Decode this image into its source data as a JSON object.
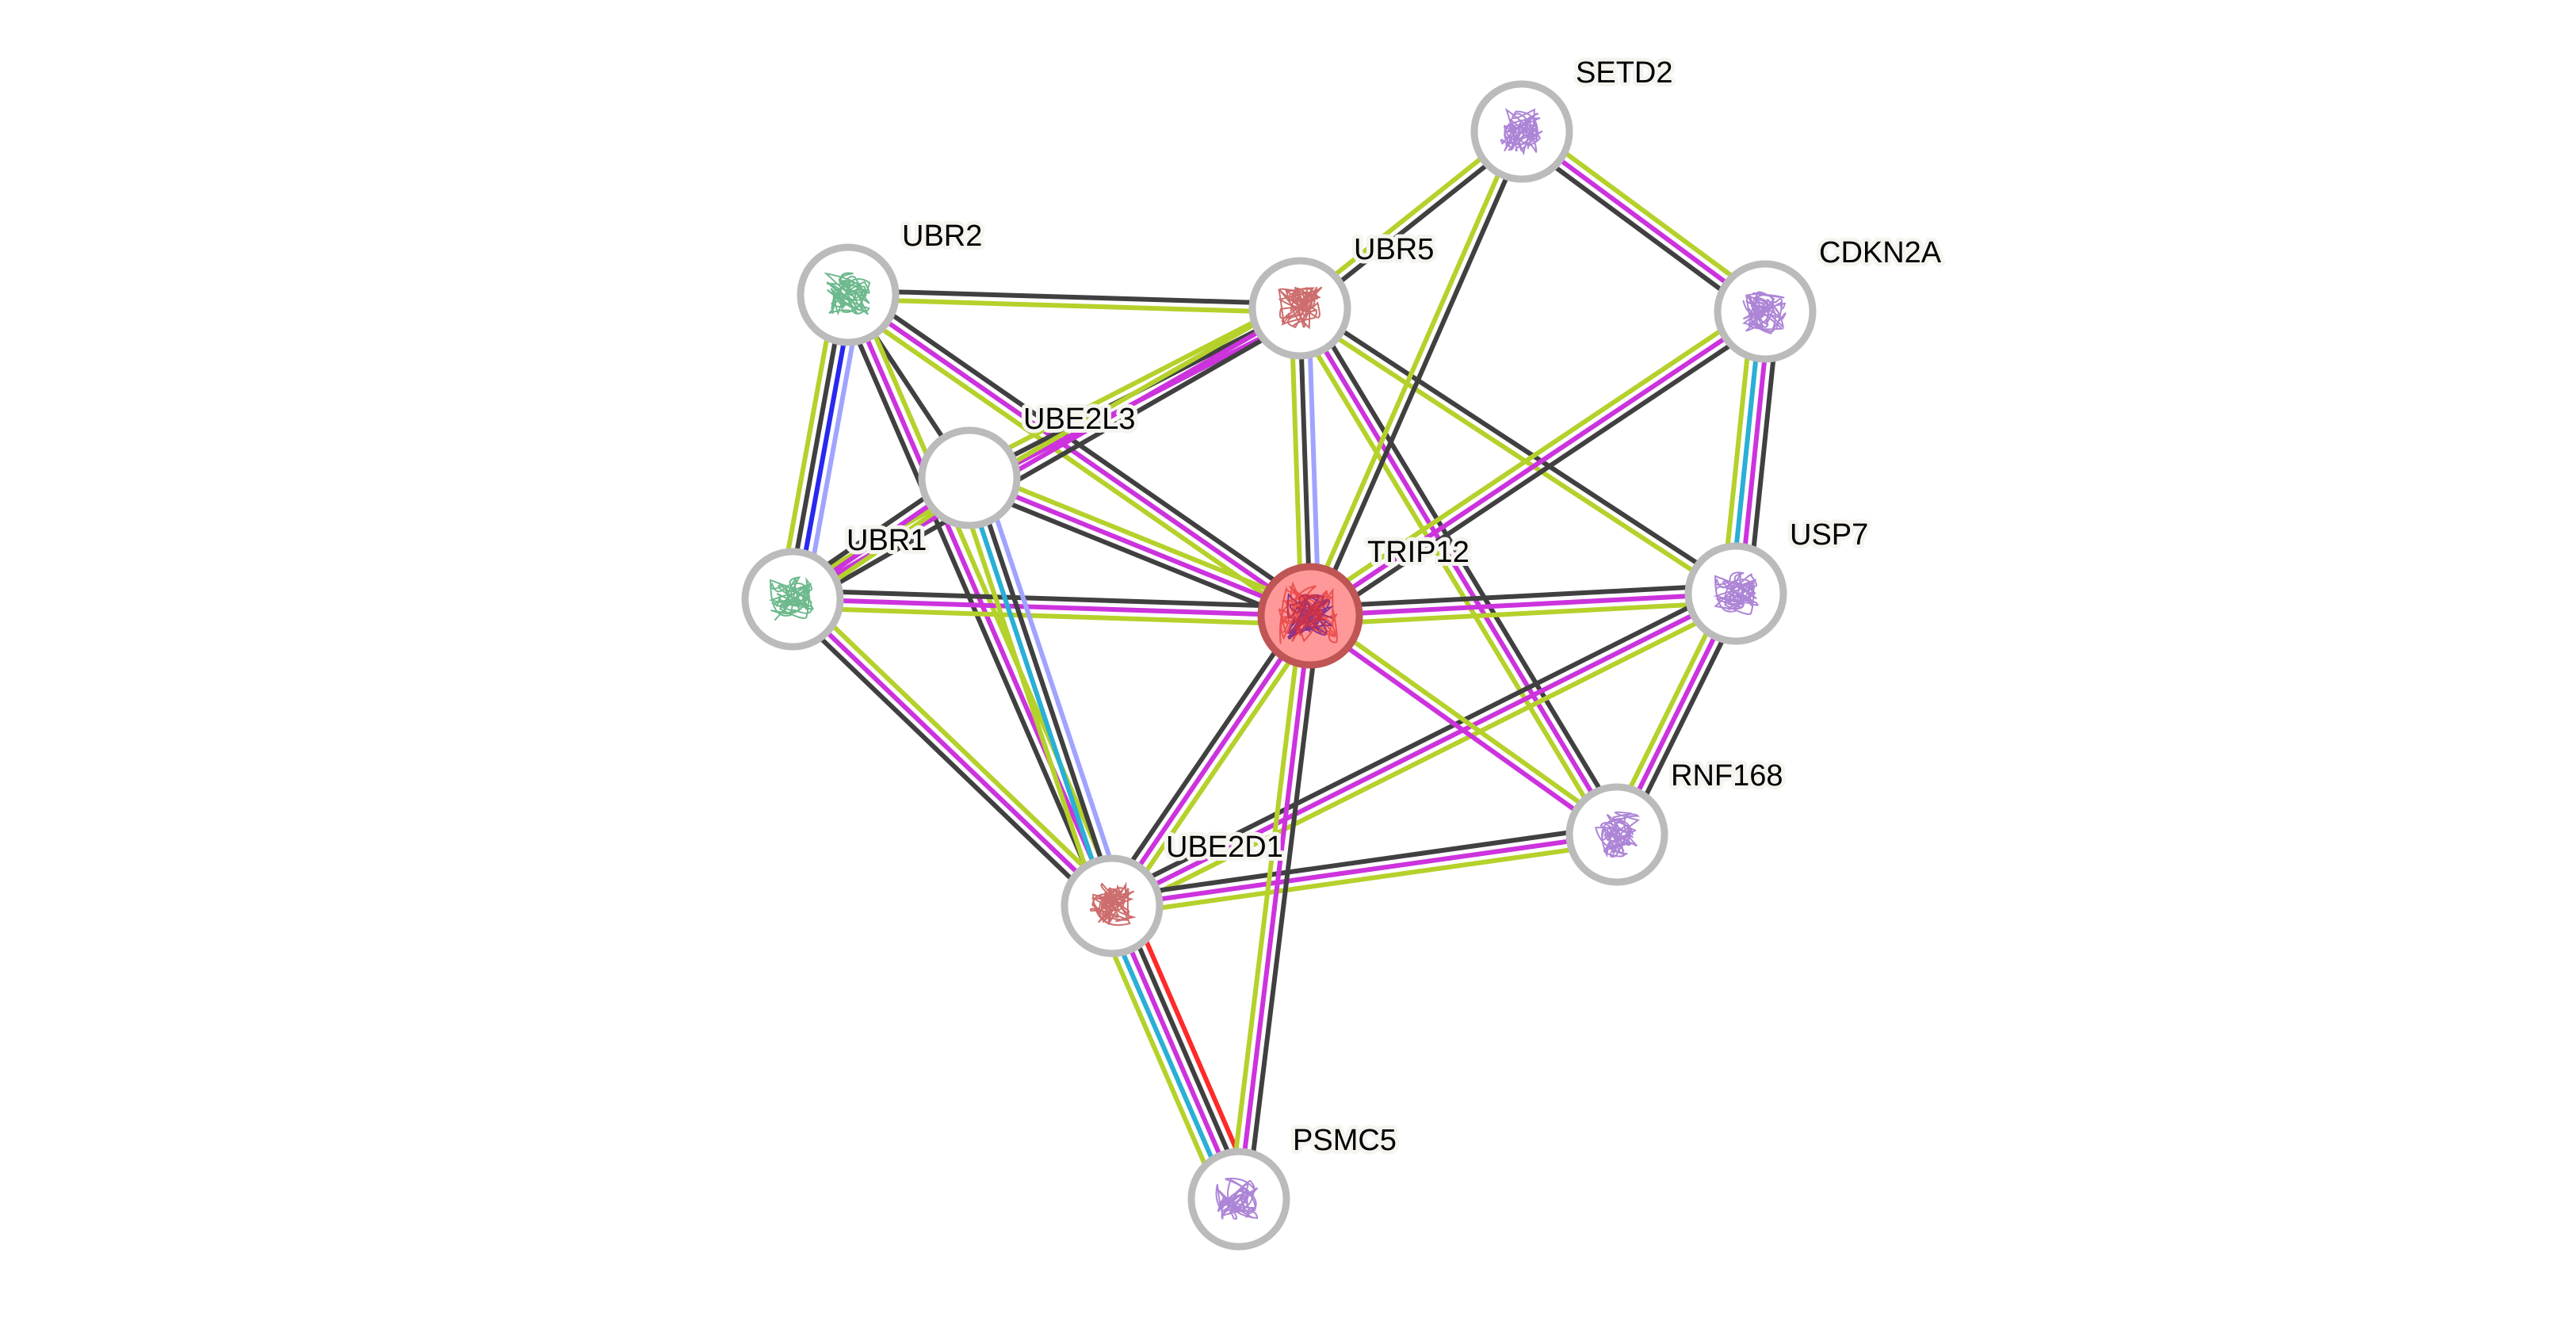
{
  "title": "Protein interaction network",
  "palette": {
    "gray": "#404040",
    "yellowgreen": "#b5d12b",
    "magenta": "#cc33dd",
    "lightblue": "#a0a4ff",
    "blue": "#2828f0",
    "cyan": "#2aafd6",
    "red": "#ff2a2a",
    "query_fill": "#ff9999",
    "query_stroke": "#c05555",
    "ring": "#bbbbbb"
  },
  "nodes": [
    {
      "id": "TRIP12",
      "label": "TRIP12",
      "query": true,
      "structure": "icon-structure-purple-red",
      "glyph": "#6a1a8a"
    },
    {
      "id": "UBR2",
      "label": "UBR2",
      "query": false,
      "structure": "icon-structure-rainbow",
      "glyph": "#4aa870"
    },
    {
      "id": "UBR5",
      "label": "UBR5",
      "query": false,
      "structure": "icon-structure-red",
      "glyph": "#c04848"
    },
    {
      "id": "SETD2",
      "label": "SETD2",
      "query": false,
      "structure": "icon-structure-lilac",
      "glyph": "#9966cc"
    },
    {
      "id": "CDKN2A",
      "label": "CDKN2A",
      "query": false,
      "structure": "icon-structure-lilac",
      "glyph": "#9966cc"
    },
    {
      "id": "USP7",
      "label": "USP7",
      "query": false,
      "structure": "icon-structure-lilac",
      "glyph": "#9966cc"
    },
    {
      "id": "RNF168",
      "label": "RNF168",
      "query": false,
      "structure": "icon-structure-lilac",
      "glyph": "#9966cc"
    },
    {
      "id": "UBE2D1",
      "label": "UBE2D1",
      "query": false,
      "structure": "icon-structure-red",
      "glyph": "#c04848"
    },
    {
      "id": "PSMC5",
      "label": "PSMC5",
      "query": false,
      "structure": "icon-structure-lilac",
      "glyph": "#9966cc"
    },
    {
      "id": "UBR1",
      "label": "UBR1",
      "query": false,
      "structure": "icon-structure-rainbow",
      "glyph": "#4aa870"
    },
    {
      "id": "UBE2L3",
      "label": "UBE2L3",
      "query": false,
      "structure": "none",
      "glyph": ""
    }
  ],
  "edges": [
    {
      "source": "UBR2",
      "target": "UBR5",
      "evidence": [
        "gray",
        "yellowgreen"
      ]
    },
    {
      "source": "UBR2",
      "target": "UBR1",
      "evidence": [
        "lightblue",
        "blue",
        "gray",
        "yellowgreen"
      ]
    },
    {
      "source": "UBR2",
      "target": "UBE2L3",
      "evidence": [
        "gray"
      ]
    },
    {
      "source": "UBR2",
      "target": "TRIP12",
      "evidence": [
        "gray",
        "magenta",
        "yellowgreen"
      ]
    },
    {
      "source": "UBR2",
      "target": "UBE2D1",
      "evidence": [
        "yellowgreen",
        "magenta",
        "gray"
      ]
    },
    {
      "source": "UBR5",
      "target": "UBE2L3",
      "evidence": [
        "magenta",
        "gray",
        "yellowgreen"
      ]
    },
    {
      "source": "UBR5",
      "target": "UBR1",
      "evidence": [
        "gray",
        "magenta",
        "yellowgreen"
      ]
    },
    {
      "source": "UBR5",
      "target": "TRIP12",
      "evidence": [
        "lightblue",
        "gray",
        "yellowgreen"
      ]
    },
    {
      "source": "UBR5",
      "target": "RNF168",
      "evidence": [
        "gray",
        "magenta",
        "yellowgreen"
      ]
    },
    {
      "source": "UBR5",
      "target": "USP7",
      "evidence": [
        "gray",
        "yellowgreen"
      ]
    },
    {
      "source": "UBR5",
      "target": "SETD2",
      "evidence": [
        "yellowgreen",
        "gray"
      ]
    },
    {
      "source": "SETD2",
      "target": "TRIP12",
      "evidence": [
        "gray",
        "yellowgreen"
      ]
    },
    {
      "source": "SETD2",
      "target": "CDKN2A",
      "evidence": [
        "yellowgreen",
        "magenta",
        "gray"
      ]
    },
    {
      "source": "CDKN2A",
      "target": "TRIP12",
      "evidence": [
        "gray",
        "magenta",
        "yellowgreen"
      ]
    },
    {
      "source": "CDKN2A",
      "target": "USP7",
      "evidence": [
        "gray",
        "magenta",
        "cyan",
        "yellowgreen"
      ]
    },
    {
      "source": "USP7",
      "target": "TRIP12",
      "evidence": [
        "yellowgreen",
        "magenta",
        "gray"
      ]
    },
    {
      "source": "USP7",
      "target": "RNF168",
      "evidence": [
        "gray",
        "magenta",
        "yellowgreen"
      ]
    },
    {
      "source": "USP7",
      "target": "UBE2D1",
      "evidence": [
        "yellowgreen",
        "magenta",
        "gray"
      ]
    },
    {
      "source": "RNF168",
      "target": "UBE2D1",
      "evidence": [
        "yellowgreen",
        "magenta",
        "gray"
      ]
    },
    {
      "source": "RNF168",
      "target": "TRIP12",
      "evidence": [
        "magenta",
        "yellowgreen"
      ]
    },
    {
      "source": "UBR1",
      "target": "TRIP12",
      "evidence": [
        "gray",
        "magenta",
        "yellowgreen"
      ]
    },
    {
      "source": "UBR1",
      "target": "UBE2L3",
      "evidence": [
        "gray",
        "magenta",
        "yellowgreen"
      ]
    },
    {
      "source": "UBR1",
      "target": "UBE2D1",
      "evidence": [
        "yellowgreen",
        "magenta",
        "gray"
      ]
    },
    {
      "source": "UBE2L3",
      "target": "TRIP12",
      "evidence": [
        "yellowgreen",
        "magenta",
        "gray"
      ]
    },
    {
      "source": "UBE2L3",
      "target": "UBE2D1",
      "evidence": [
        "lightblue",
        "gray",
        "cyan",
        "yellowgreen"
      ]
    },
    {
      "source": "UBE2D1",
      "target": "TRIP12",
      "evidence": [
        "gray",
        "magenta",
        "yellowgreen"
      ]
    },
    {
      "source": "UBE2D1",
      "target": "PSMC5",
      "evidence": [
        "red",
        "gray",
        "magenta",
        "cyan",
        "yellowgreen"
      ]
    },
    {
      "source": "TRIP12",
      "target": "PSMC5",
      "evidence": [
        "gray",
        "magenta",
        "yellowgreen"
      ]
    }
  ]
}
